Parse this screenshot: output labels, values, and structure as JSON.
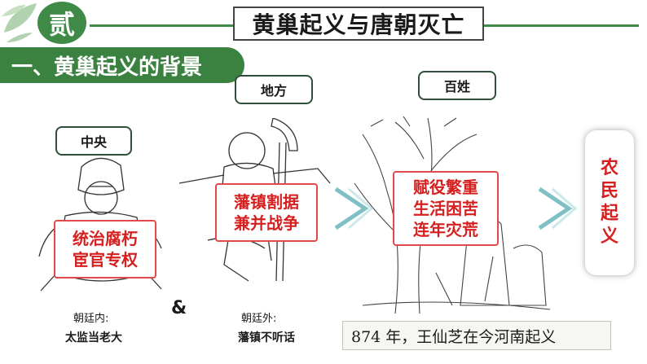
{
  "header": {
    "badge": "贰",
    "title": "黄巢起义与唐朝灭亡"
  },
  "section": {
    "title": "一、黄巢起义的背景"
  },
  "labels": {
    "central": "中央",
    "local": "地方",
    "people": "百姓"
  },
  "boxes": {
    "central": [
      "统治腐朽",
      "宦官专权"
    ],
    "local": [
      "藩镇割据",
      "兼并战争"
    ],
    "people": [
      "赋役繁重",
      "生活困苦",
      "连年灾荒"
    ],
    "result": [
      "农",
      "民",
      "起",
      "义"
    ]
  },
  "notes": {
    "inner_label": "朝廷内:",
    "inner_value": "太监当老大",
    "ampersand": "&",
    "outer_label": "朝廷外:",
    "outer_value": "藩镇不听话"
  },
  "footer": {
    "text": "874 年，王仙芝在今河南起义"
  },
  "colors": {
    "green": "#3b8140",
    "red": "#d62020"
  }
}
